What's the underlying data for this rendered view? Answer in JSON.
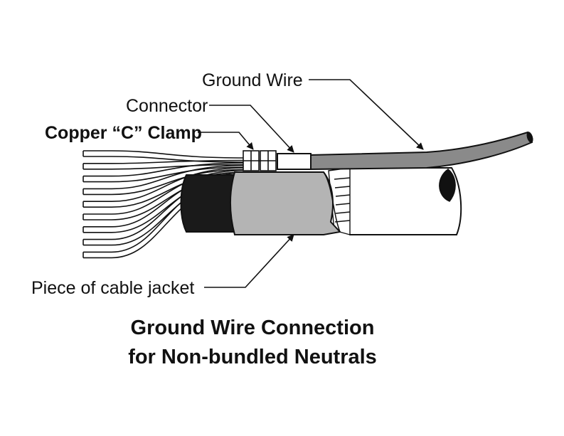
{
  "labels": {
    "ground_wire": "Ground Wire",
    "connector": "Connector",
    "copper_c_clamp": "Copper “C” Clamp",
    "cable_jacket_piece": "Piece of cable jacket"
  },
  "caption": {
    "line1": "Ground Wire Connection",
    "line2": "for Non-bundled Neutrals"
  },
  "colors": {
    "outline": "#111111",
    "ground_wire_fill": "#8a8a8a",
    "jacket_fill": "#b4b4b4",
    "insulation_fill": "#1a1a1a",
    "cable_fill": "#ffffff"
  }
}
